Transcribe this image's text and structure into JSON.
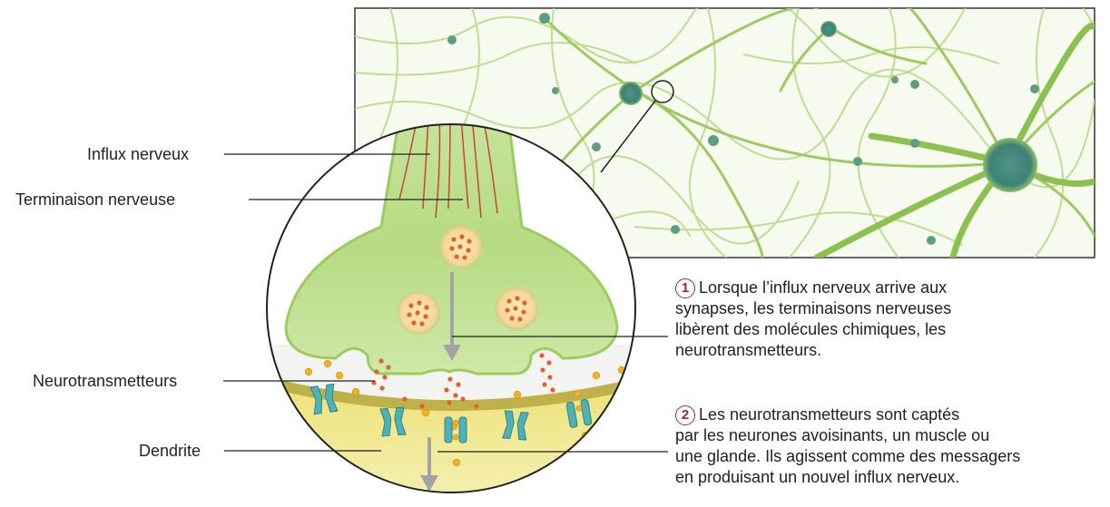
{
  "labels": {
    "influx": "Influx nerveux",
    "terminaison": "Terminaison nerveuse",
    "neurotransmetteurs": "Neurotransmetteurs",
    "dendrite": "Dendrite"
  },
  "steps": [
    {
      "number": "1",
      "lines": [
        "Lorsque l’influx nerveux arrive aux",
        "synapses, les terminaisons nerveuses",
        "libèrent des molécules chimiques, les",
        "neurotransmetteurs."
      ]
    },
    {
      "number": "2",
      "lines": [
        "Les neurotransmetteurs sont captés",
        "par les neurones avoisinants, un muscle ou",
        "une glande. Ils agissent comme des messagers",
        "en produisant un nouvel influx nerveux."
      ]
    }
  ],
  "colors": {
    "badge": "#9a2455",
    "axon_green": "#a9d36c",
    "vesicle_orange": "#e0622c",
    "receptor_teal": "#4fb1b5",
    "dendrite_yellow": "#f0e98e"
  }
}
